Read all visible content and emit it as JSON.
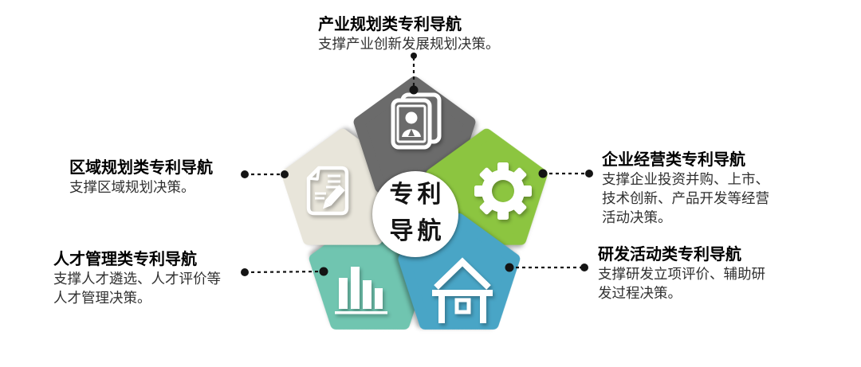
{
  "diagram": {
    "background": "#ffffff",
    "connector_color": "#141414",
    "center": {
      "line1": "专利",
      "line2": "导航"
    },
    "petals": {
      "industry": {
        "color": "#6b6b6b",
        "icon": "id-card-icon"
      },
      "enterprise": {
        "color": "#8cc540",
        "icon": "gear-icon"
      },
      "rnd": {
        "color": "#49a5c6",
        "icon": "home-icon"
      },
      "talent": {
        "color": "#70c5b0",
        "icon": "bar-chart-icon"
      },
      "region": {
        "color": "#e8e5da",
        "icon": "document-pen-icon"
      }
    },
    "labels": {
      "top": {
        "title": "产业规划类专利导航",
        "desc": [
          "支撑产业创新发展规划决策。"
        ]
      },
      "left_upper": {
        "title": "区域规划类专利导航",
        "desc": [
          "支撑区域规划决策。"
        ]
      },
      "left_lower": {
        "title": "人才管理类专利导航",
        "desc": [
          "支撑人才遴选、人才评价等",
          "人才管理决策。"
        ]
      },
      "right_upper": {
        "title": "企业经营类专利导航",
        "desc": [
          "支撑企业投资并购、上市、",
          "技术创新、产品开发等经营",
          "活动决策。"
        ]
      },
      "right_lower": {
        "title": "研发活动类专利导航",
        "desc": [
          "支撑研发立项评价、辅助研",
          "发过程决策。"
        ]
      }
    }
  }
}
